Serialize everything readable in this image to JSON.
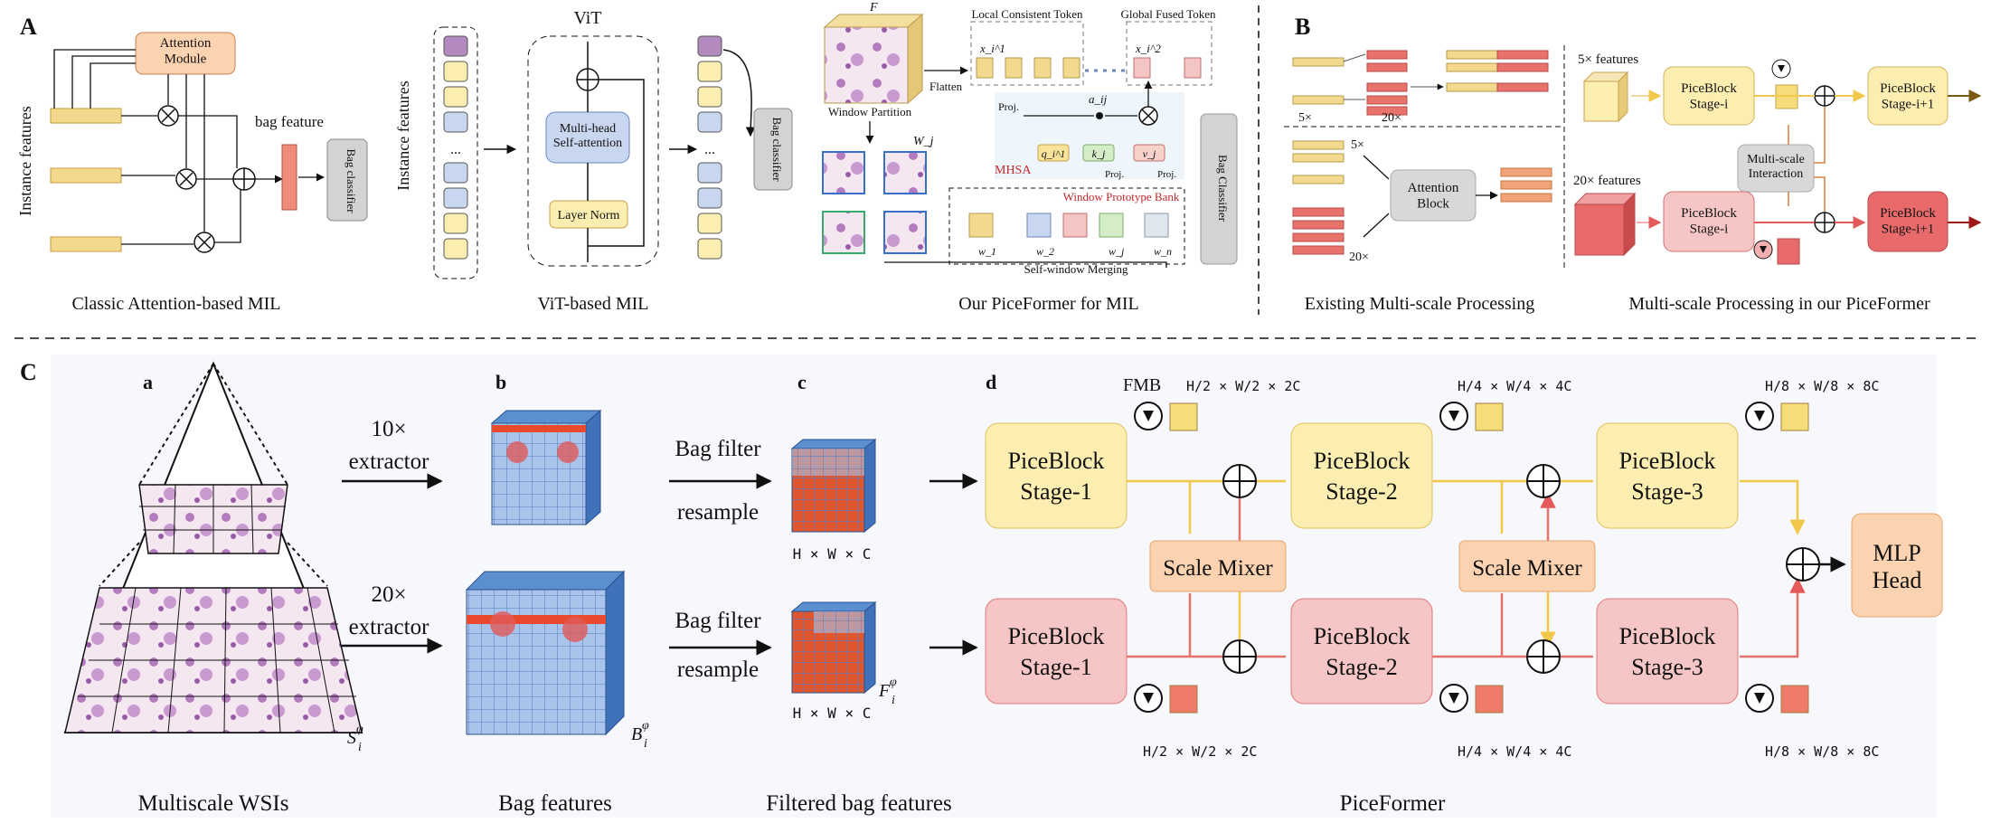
{
  "colors": {
    "yellow_fill": "#fbeeb0",
    "yellow_stroke": "#e0c261",
    "yellow_bar": "#f3d98e",
    "pink_fill": "#f6c6c6",
    "pink_stroke": "#e07a7a",
    "red_bar": "#e8736a",
    "orange_fill": "#fcd3b0",
    "orange_stroke": "#e8a56c",
    "gray_box": "#d0d0d0",
    "blue_token": "#c9d6f0",
    "purple_token": "#b28ac0",
    "yellow_arrow": "#f1c84a",
    "red_arrow": "#e45a5a",
    "panel_c_bg": "#f6f8fb"
  },
  "panel_a": {
    "letter": "A",
    "classic": {
      "attention_module": "Attention Module",
      "bag_feature": "bag feature",
      "bag_classifier": "Bag classifier",
      "instance_features": "Instance features",
      "caption": "Classic Attention-based MIL"
    },
    "vit": {
      "title": "ViT",
      "instance_features": "Instance features",
      "mhsa": "Multi-head Self-attention",
      "layer_norm": "Layer Norm",
      "ellipsis": "...",
      "bag_classifier": "Bag classifier",
      "caption": "ViT-based MIL"
    },
    "piceformer": {
      "f_label": "F",
      "window_partition": "Window Partition",
      "flatten": "Flatten",
      "local_token": "Local Consistent Token",
      "global_token": "Global Fused Token",
      "wj": "W_j",
      "proj": "Proj.",
      "aij": "a_ij",
      "mhsa": "MHSA",
      "q": "q_i^1",
      "k": "k_j",
      "v": "v_j",
      "x1": "x_i^1",
      "x2": "x_i^2",
      "window_bank": "Window Prototype Bank",
      "self_merge": "Self-window Merging",
      "w1": "w_1",
      "w2": "w_2",
      "wj_small": "w_j",
      "wn": "w_n",
      "bag_classifier": "Bag Classifier",
      "caption": "Our PiceFormer for MIL"
    }
  },
  "panel_b": {
    "letter": "B",
    "existing": {
      "five_x": "5×",
      "twenty_x": "20×",
      "attention_block": "Attention Block",
      "caption": "Existing Multi-scale Processing"
    },
    "ours": {
      "five_x_features": "5× features",
      "twenty_x_features": "20× features",
      "piceblock_stage_i": "PiceBlock Stage-i",
      "piceblock_stage_ip1": "PiceBlock Stage-i+1",
      "multi_scale_interaction": "Multi-scale Interaction",
      "caption": "Multi-scale Processing in our PiceFormer"
    }
  },
  "panel_c": {
    "letter": "C",
    "sub_a": "a",
    "sub_b": "b",
    "sub_c": "c",
    "sub_d": "d",
    "ten_x": "10×",
    "twenty_x": "20×",
    "extractor": "extractor",
    "bag_filter": "Bag filter",
    "resample": "resample",
    "hwc": "H × W × C",
    "s_label": "S",
    "b_label": "B",
    "f_label": "F",
    "fmb": "FMB",
    "dims_stage1": "H/2 × W/2 × 2C",
    "dims_stage2": "H/4 × W/4 × 4C",
    "dims_stage3": "H/8 × W/8 × 8C",
    "stages": [
      "Stage-1",
      "Stage-2",
      "Stage-3"
    ],
    "piceblock": "PiceBlock",
    "scale_mixer": "Scale Mixer",
    "mlp_head": "MLP Head",
    "captions": [
      "Multiscale WSIs",
      "Bag features",
      "Filtered bag features",
      "PiceFormer"
    ]
  }
}
